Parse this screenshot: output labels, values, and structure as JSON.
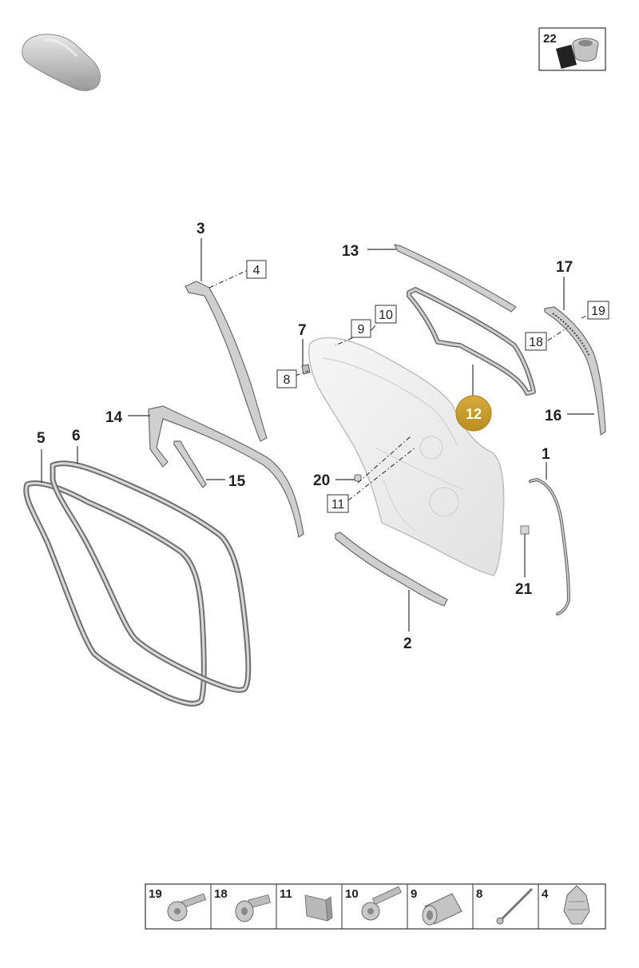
{
  "header_badge": {
    "number": "22"
  },
  "highlight": {
    "number": "12",
    "color": "#c79a2a"
  },
  "callouts": {
    "c1": "1",
    "c2": "2",
    "c3": "3",
    "c4": "4",
    "c5": "5",
    "c6": "6",
    "c7": "7",
    "c8": "8",
    "c9": "9",
    "c10": "10",
    "c11": "11",
    "c13": "13",
    "c14": "14",
    "c15": "15",
    "c16": "16",
    "c17": "17",
    "c18": "18",
    "c19": "19",
    "c20": "20",
    "c21": "21"
  },
  "legend": {
    "items": [
      "19",
      "18",
      "11",
      "10",
      "9",
      "8",
      "4"
    ]
  }
}
